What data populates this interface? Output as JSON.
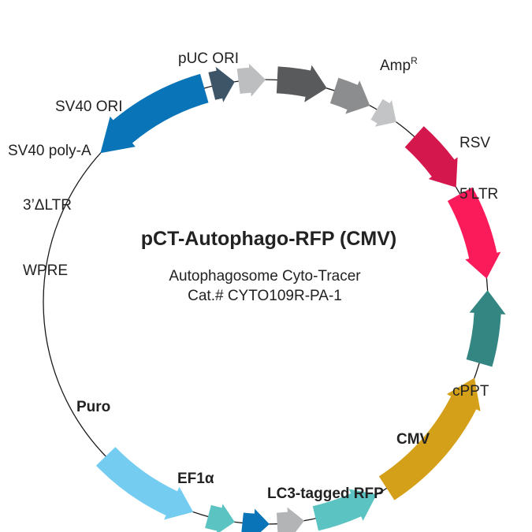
{
  "plasmid": {
    "name": "pCT-Autophago-RFP (CMV)",
    "description": "Autophagosome Cyto-Tracer",
    "catalog": "Cat.# CYTO109R-PA-1"
  },
  "features": [
    {
      "id": "ampr",
      "name": "Amp",
      "sup": "R",
      "color": "#0a74b9",
      "bold": false
    },
    {
      "id": "rsv",
      "name": "RSV",
      "color": "#3e5567",
      "bold": false
    },
    {
      "id": "ltr5",
      "name": "5’LTR",
      "color": "#bdbebf",
      "bold": false
    },
    {
      "id": "unlabeled-dark",
      "name": "",
      "color": "#595a5c",
      "bold": false
    },
    {
      "id": "unlabeled-gray",
      "name": "",
      "color": "#8c8d8f",
      "bold": false
    },
    {
      "id": "cppt",
      "name": "cPPT",
      "color": "#c3c4c6",
      "bold": false
    },
    {
      "id": "cmv",
      "name": "CMV",
      "color": "#d4174c",
      "bold": true
    },
    {
      "id": "lc3rfp",
      "name": "LC3-tagged RFP",
      "color": "#fb1a5a",
      "bold": true
    },
    {
      "id": "ef1a",
      "name": "EF1α",
      "color": "#348683",
      "bold": true
    },
    {
      "id": "puro",
      "name": "Puro",
      "color": "#d5a019",
      "bold": true
    },
    {
      "id": "wpre",
      "name": "WPRE",
      "color": "#5bc3c2",
      "bold": false
    },
    {
      "id": "ltr3",
      "name": "3’ΔLTR",
      "color": "#b3b4b6",
      "bold": false
    },
    {
      "id": "sv40polya",
      "name": "SV40 poly-A",
      "color": "#0a74b9",
      "bold": false
    },
    {
      "id": "sv40ori",
      "name": "SV40 ORI",
      "color": "#5bc3c2",
      "bold": false
    },
    {
      "id": "puc",
      "name": "pUC ORI",
      "color": "#74cdf1",
      "bold": false
    }
  ]
}
